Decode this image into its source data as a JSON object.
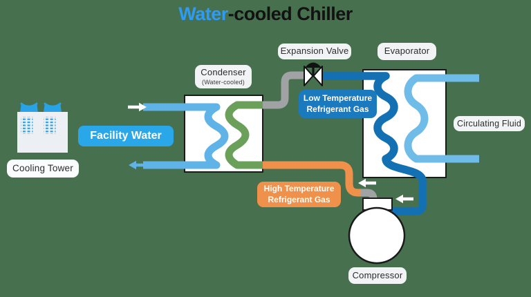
{
  "colors": {
    "background": "#47704F",
    "title_accent": "#2E9BF4",
    "title_dark": "#121212",
    "facility_water_blue": "#29A7E9",
    "water_pipe_blue": "#5FB3E7",
    "circulating_pipe_blue": "#6FBCE9",
    "condenser_coil_green": "#6BA05A",
    "liquid_line_gray": "#A0A2A4",
    "refrigerant_blue": "#1371B3",
    "low_temp_badge_blue": "#1B79BE",
    "high_temp_orange": "#F0914B",
    "fan_blue": "#29A3E8",
    "tower_body_gray": "#ECEFF3",
    "label_bg": "#F1F3F5",
    "box_border": "#1A1A1A",
    "arrow_white": "#FFFFFF"
  },
  "title": {
    "highlight": "Water",
    "rest": "-cooled Chiller"
  },
  "components": {
    "cooling_tower": {
      "label": "Cooling Tower"
    },
    "condenser": {
      "label": "Condenser",
      "sublabel": "(Water-cooled)"
    },
    "expansion_valve": {
      "label": "Expansion Valve"
    },
    "evaporator": {
      "label": "Evaporator"
    },
    "compressor": {
      "label": "Compressor"
    }
  },
  "flows": {
    "facility_water": {
      "label": "Facility Water"
    },
    "low_temp_refrigerant": {
      "line1": "Low Temperature",
      "line2": "Refrigerant Gas"
    },
    "high_temp_refrigerant": {
      "line1": "High Temperature",
      "line2": "Refrigerant Gas"
    },
    "circulating_fluid": {
      "label": "Circulating Fluid"
    }
  }
}
